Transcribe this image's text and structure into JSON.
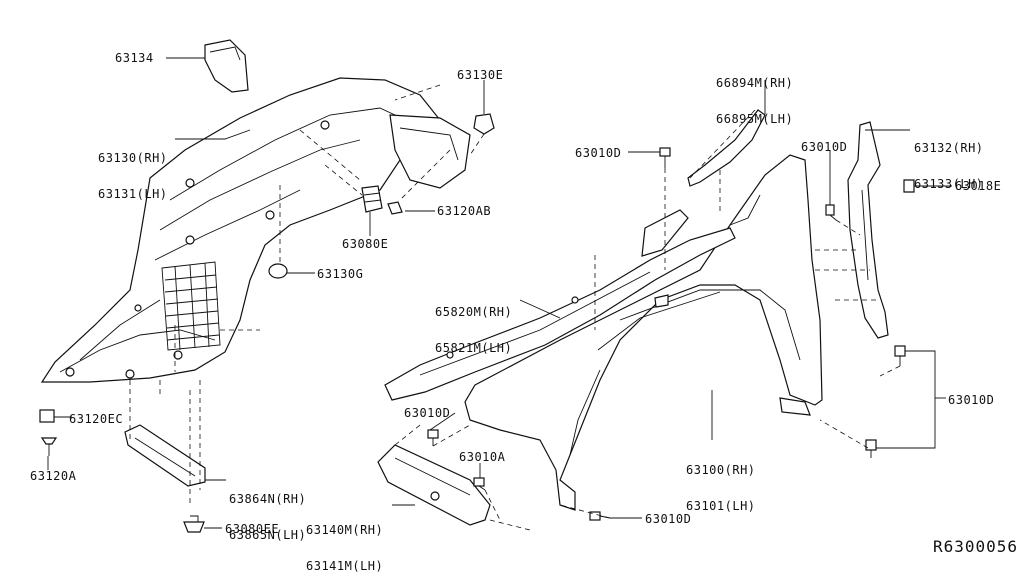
{
  "diagram_id": "R6300056",
  "labels": {
    "p63134": [
      "63134"
    ],
    "p63130": [
      "63130(RH)",
      "63131(LH)"
    ],
    "p63130E": [
      "63130E"
    ],
    "p63120AB": [
      "63120AB"
    ],
    "p63080E": [
      "63080E"
    ],
    "p63130G": [
      "63130G"
    ],
    "p63120EC": [
      "63120EC"
    ],
    "p63120A": [
      "63120A"
    ],
    "p63864N": [
      "63864N(RH)",
      "63865N(LH)"
    ],
    "p63080EE": [
      "63080EE"
    ],
    "p66894M": [
      "66894M(RH)",
      "66895M(LH)"
    ],
    "p63010D_a": [
      "63010D"
    ],
    "p63010D_b": [
      "63010D"
    ],
    "p63132": [
      "63132(RH)",
      "63133(LH)"
    ],
    "p63018E": [
      "63018E"
    ],
    "p65820M": [
      "65820M(RH)",
      "65821M(LH)"
    ],
    "p63010D_c": [
      "63010D"
    ],
    "p63010A": [
      "63010A"
    ],
    "p63100": [
      "63100(RH)",
      "63101(LH)"
    ],
    "p63010D_d": [
      "63010D"
    ],
    "p63140M": [
      "63140M(RH)",
      "63141M(LH)"
    ],
    "p63010D_e": [
      "63010D"
    ]
  }
}
